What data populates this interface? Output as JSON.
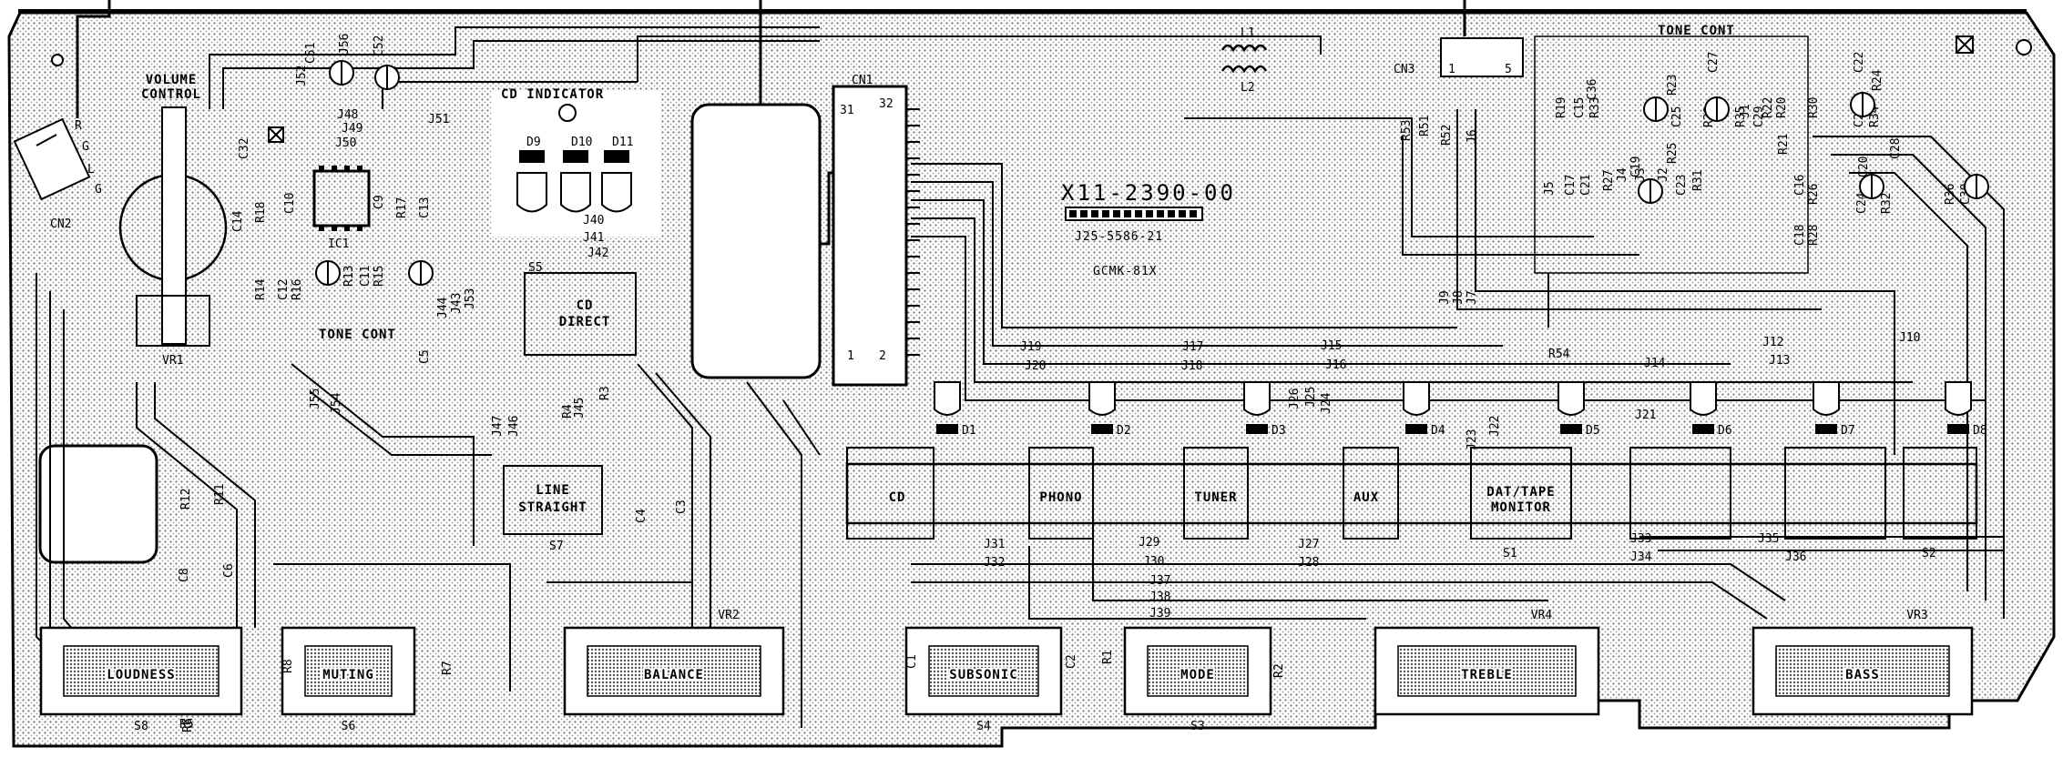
{
  "board": {
    "part_number": "X11-2390-00",
    "sub_code": "J25-5586-21",
    "maker_code": "GCMK-81X"
  },
  "headings": {
    "volume_control": [
      "VOLUME",
      "CONTROL"
    ],
    "cd_indicator": "CD INDICATOR",
    "tone_cont_left": "TONE CONT",
    "tone_cont_right": "TONE CONT"
  },
  "input_switches": [
    "CD",
    "PHONO",
    "TUNER",
    "AUX"
  ],
  "dat_tape_monitor": [
    "DAT/TAPE",
    "MONITOR"
  ],
  "line_straight": [
    "LINE",
    "STRAIGHT"
  ],
  "cd_direct": [
    "CD",
    "DIRECT"
  ],
  "bottom_controls": [
    "LOUDNESS",
    "MUTING",
    "BALANCE",
    "SUBSONIC",
    "MODE",
    "TREBLE",
    "BASS"
  ],
  "connectors": {
    "cn1": "CN1",
    "cn1_pins": [
      "31",
      "32",
      "1",
      "2"
    ],
    "cn2": "CN2",
    "cn2_pins": [
      "R",
      "G",
      "L",
      "G"
    ],
    "cn3": "CN3",
    "cn3_pins": [
      "1",
      "5"
    ]
  },
  "inductors": [
    "L1",
    "L2"
  ],
  "indicator_leds": [
    "D9",
    "D10",
    "D11"
  ],
  "leds": [
    "D1",
    "D2",
    "D3",
    "D4",
    "D5",
    "D6",
    "D7",
    "D8"
  ],
  "ic": "IC1",
  "pots": [
    "VR1",
    "VR2",
    "VR3",
    "VR4"
  ],
  "switches": [
    "S1",
    "S2",
    "S3",
    "S4",
    "S5",
    "S6",
    "S7",
    "S8"
  ],
  "resistors": [
    "R1",
    "R2",
    "R3",
    "R4",
    "R5",
    "R6",
    "R7",
    "R8",
    "R11",
    "R12",
    "R13",
    "R14",
    "R15",
    "R16",
    "R17",
    "R18",
    "R19",
    "R20",
    "R21",
    "R22",
    "R23",
    "R24",
    "R25",
    "R26",
    "R27",
    "R28",
    "R29",
    "R30",
    "R31",
    "R32",
    "R33",
    "R34",
    "R35",
    "R36",
    "R51",
    "R52",
    "R53",
    "R54"
  ],
  "capacitors": [
    "C1",
    "C2",
    "C3",
    "C4",
    "C5",
    "C6",
    "C8",
    "C9",
    "C10",
    "C11",
    "C12",
    "C13",
    "C14",
    "C15",
    "C16",
    "C17",
    "C18",
    "C19",
    "C20",
    "C21",
    "C22",
    "C23",
    "C24",
    "C25",
    "C26",
    "C27",
    "C28",
    "C29",
    "C30",
    "C31",
    "C32",
    "C33",
    "C36",
    "C51",
    "C52"
  ],
  "jumpers": [
    "J1",
    "J2",
    "J3",
    "J4",
    "J5",
    "J6",
    "J7",
    "J8",
    "J9",
    "J10",
    "J12",
    "J13",
    "J14",
    "J15",
    "J16",
    "J17",
    "J18",
    "J19",
    "J20",
    "J21",
    "J22",
    "J23",
    "J24",
    "J25",
    "J26",
    "J27",
    "J28",
    "J29",
    "J30",
    "J31",
    "J32",
    "J33",
    "J34",
    "J35",
    "J36",
    "J37",
    "J38",
    "J39",
    "J40",
    "J41",
    "J42",
    "J43",
    "J44",
    "J45",
    "J46",
    "J47",
    "J48",
    "J49",
    "J50",
    "J51",
    "J52",
    "J53",
    "J54",
    "J55",
    "J56"
  ]
}
